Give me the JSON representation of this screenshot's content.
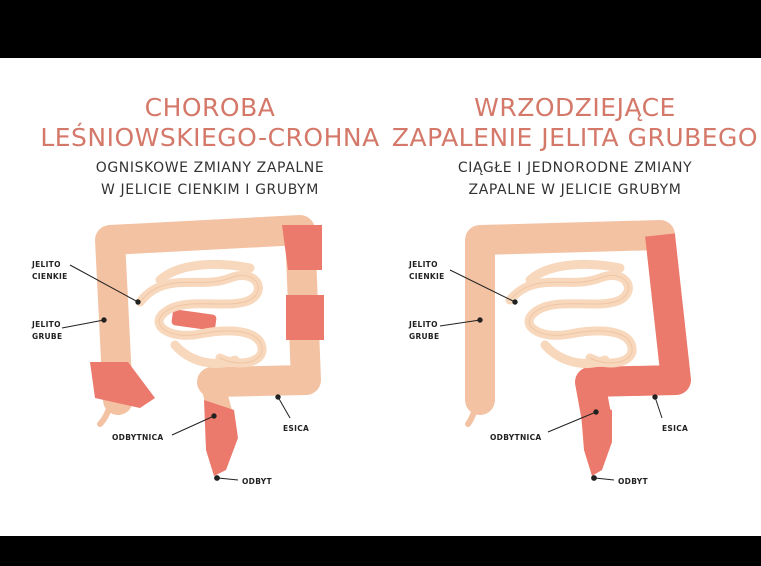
{
  "colors": {
    "background": "#ffffff",
    "frame": "#000000",
    "title": "#d4796a",
    "subtitle": "#333333",
    "healthy_fill": "#f3c2a3",
    "healthy_stroke": "#eaa987",
    "small_intestine_fill": "#f8d8bd",
    "small_intestine_stroke": "#eec09c",
    "inflamed_fill": "#ec7a6c",
    "leader": "#222222"
  },
  "left": {
    "title_line1": "CHOROBA",
    "title_line2": "LEŚNIOWSKIEGO-CROHNA",
    "subtitle_line1": "OGNISKOWE ZMIANY ZAPALNE",
    "subtitle_line2": "W JELICIE CIENKIM I GRUBYM",
    "labels": {
      "small_intestine_1": "JELITO",
      "small_intestine_2": "CIENKIE",
      "large_intestine_1": "JELITO",
      "large_intestine_2": "GRUBE",
      "rectum": "ODBYTNICA",
      "sigmoid": "ESICA",
      "anus": "ODBYT"
    }
  },
  "right": {
    "title_line1": "WRZODZIEJĄCE",
    "title_line2": "ZAPALENIE JELITA GRUBEGO",
    "subtitle_line1": "CIĄGŁE I JEDNORODNE ZMIANY",
    "subtitle_line2": "ZAPALNE W JELICIE GRUBYM",
    "labels": {
      "small_intestine_1": "JELITO",
      "small_intestine_2": "CIENKIE",
      "large_intestine_1": "JELITO",
      "large_intestine_2": "GRUBE",
      "rectum": "ODBYTNICA",
      "sigmoid": "ESICA",
      "anus": "ODBYT"
    }
  }
}
